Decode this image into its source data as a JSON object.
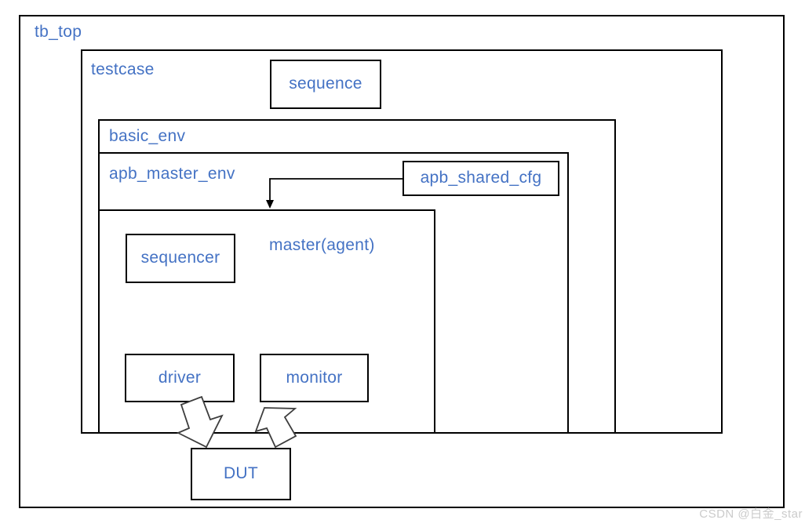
{
  "diagram_type": "uvm-testbench-architecture",
  "nodes": {
    "tb_top": "tb_top",
    "testcase": "testcase",
    "sequence": "sequence",
    "basic_env": "basic_env",
    "apb_master_env": "apb_master_env",
    "apb_shared_cfg": "apb_shared_cfg",
    "master_agent": "master(agent)",
    "sequencer": "sequencer",
    "driver": "driver",
    "monitor": "monitor",
    "dut": "DUT"
  },
  "hierarchy": {
    "tb_top": [
      "testcase",
      "dut"
    ],
    "testcase": [
      "sequence",
      "basic_env"
    ],
    "basic_env": [
      "apb_master_env"
    ],
    "apb_master_env": [
      "apb_shared_cfg",
      "master_agent"
    ],
    "master_agent": [
      "sequencer",
      "driver",
      "monitor"
    ]
  },
  "connections": [
    {
      "from": "apb_shared_cfg",
      "to": "master_agent",
      "style": "thin-elbow-arrow"
    },
    {
      "from": "driver",
      "to": "dut",
      "style": "hollow-block-arrow"
    },
    {
      "from": "dut",
      "to": "monitor",
      "style": "hollow-block-arrow"
    }
  ],
  "watermark": "CSDN @白金_star",
  "colors": {
    "background": "#ffffff",
    "label_text": "#4472C4",
    "box_border": "#000000",
    "connector": "#000000",
    "block_arrow_outline": "#3d3d3d",
    "block_arrow_fill": "#ffffff",
    "watermark_text": "#cbcbcb"
  }
}
